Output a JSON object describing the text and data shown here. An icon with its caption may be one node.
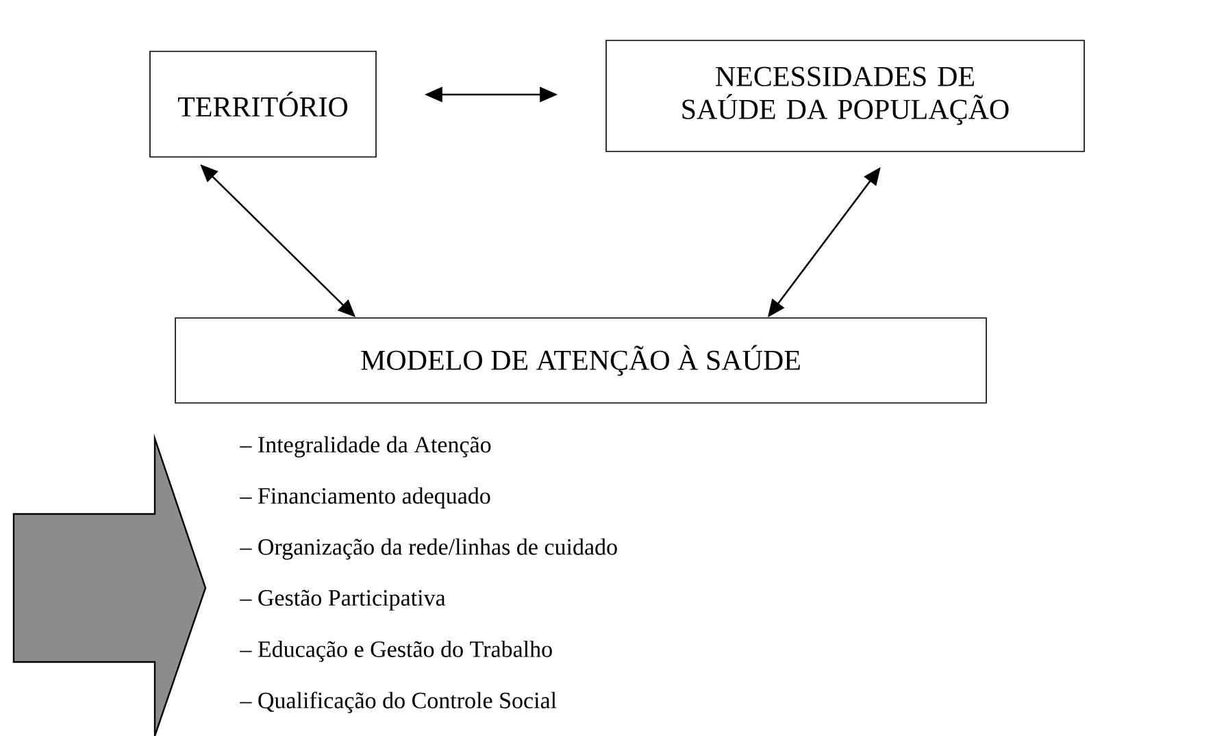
{
  "diagram": {
    "nodes": [
      {
        "text": [
          "TERRITÓRIO"
        ]
      },
      {
        "text": [
          "NECESSIDADES DE SAÚDE DA POPULAÇÃO"
        ]
      },
      {
        "text": [
          "MODELO DE ATENÇÃO À SAÚDE"
        ]
      }
    ],
    "edges": [
      {
        "from": 0,
        "to": 1,
        "arrow": "both"
      },
      {
        "from": 0,
        "to": 2,
        "arrow": "both"
      },
      {
        "from": 1,
        "to": 2,
        "arrow": "both"
      }
    ],
    "labels": [
      "– Integralidade da Atenção",
      "– Financiamento adequado",
      "– Organização da rede/linhas de cuidado",
      "– Gestão Participativa",
      "– Educação e Gestão do Trabalho",
      "– Qualificação do Controle Social"
    ]
  }
}
